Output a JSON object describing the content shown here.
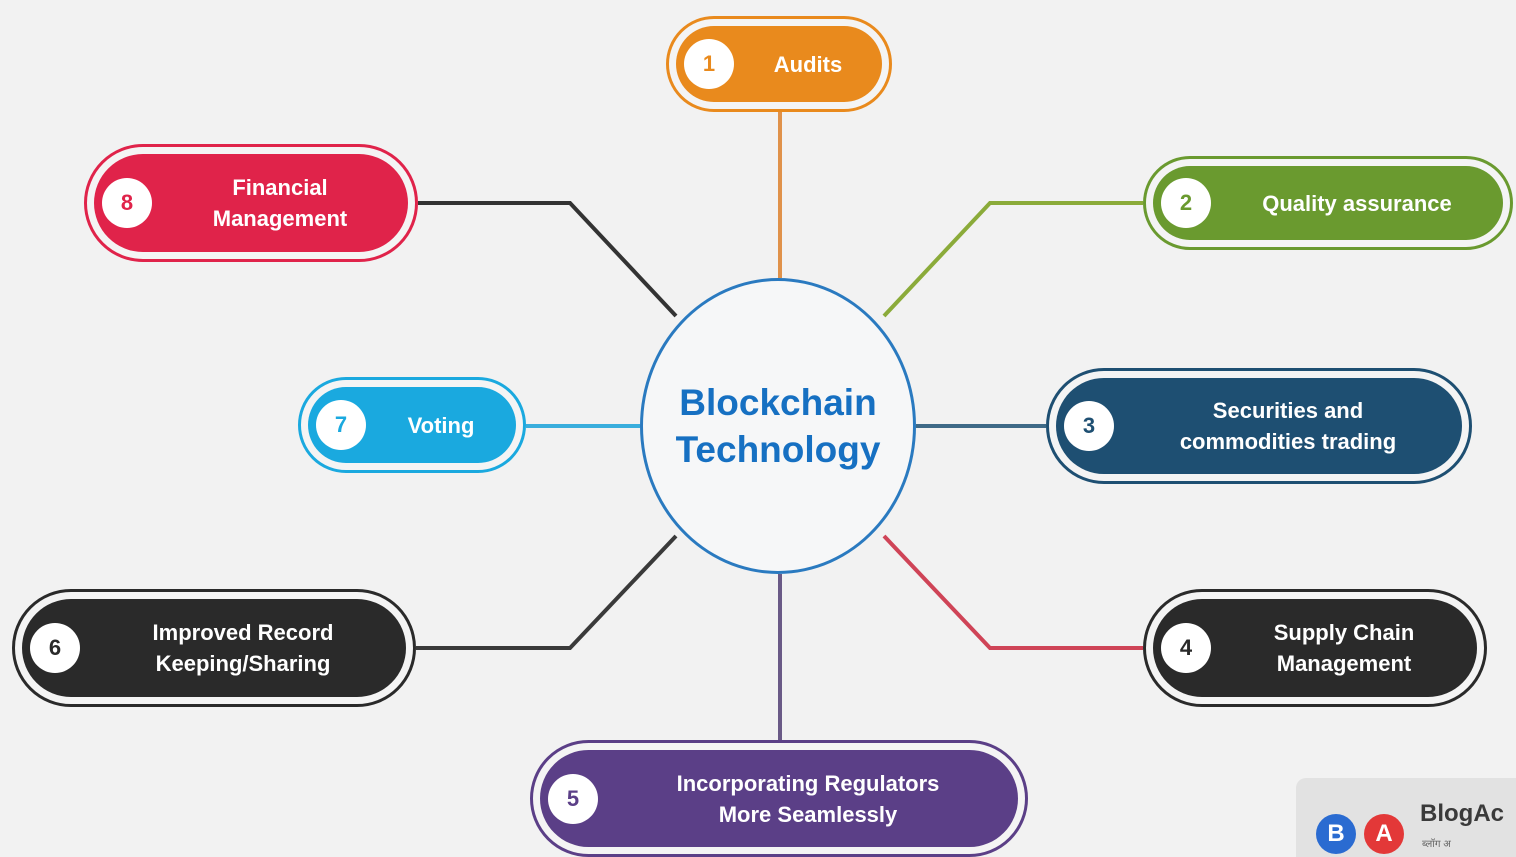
{
  "hub": {
    "line1": "Blockchain",
    "line2": "Technology"
  },
  "nodes": [
    {
      "num": "1",
      "lines": [
        "Audits"
      ],
      "color": "#e98a1d"
    },
    {
      "num": "2",
      "lines": [
        "Quality assurance"
      ],
      "color": "#6a9a2f"
    },
    {
      "num": "3",
      "lines": [
        "Securities and",
        "commodities trading"
      ],
      "color": "#1e4f72"
    },
    {
      "num": "4",
      "lines": [
        "Supply Chain",
        "Management"
      ],
      "color": "#2a2a2a"
    },
    {
      "num": "5",
      "lines": [
        "Incorporating Regulators",
        "More Seamlessly"
      ],
      "color": "#5b3f87"
    },
    {
      "num": "6",
      "lines": [
        "Improved Record",
        "Keeping/Sharing"
      ],
      "color": "#2a2a2a"
    },
    {
      "num": "7",
      "lines": [
        "Voting"
      ],
      "color": "#1aa9df"
    },
    {
      "num": "8",
      "lines": [
        "Financial",
        "Management"
      ],
      "color": "#e0234a"
    }
  ],
  "connector_colors": [
    "#e0924a",
    "#8bab3a",
    "#3f6a87",
    "#cf4457",
    "#6a5a87",
    "#3a3a3a",
    "#3aaedd",
    "#333333"
  ],
  "logo": {
    "letter1": "B",
    "letter2": "A",
    "brand": "BlogAc",
    "tagline": "ब्लॉग अ"
  }
}
